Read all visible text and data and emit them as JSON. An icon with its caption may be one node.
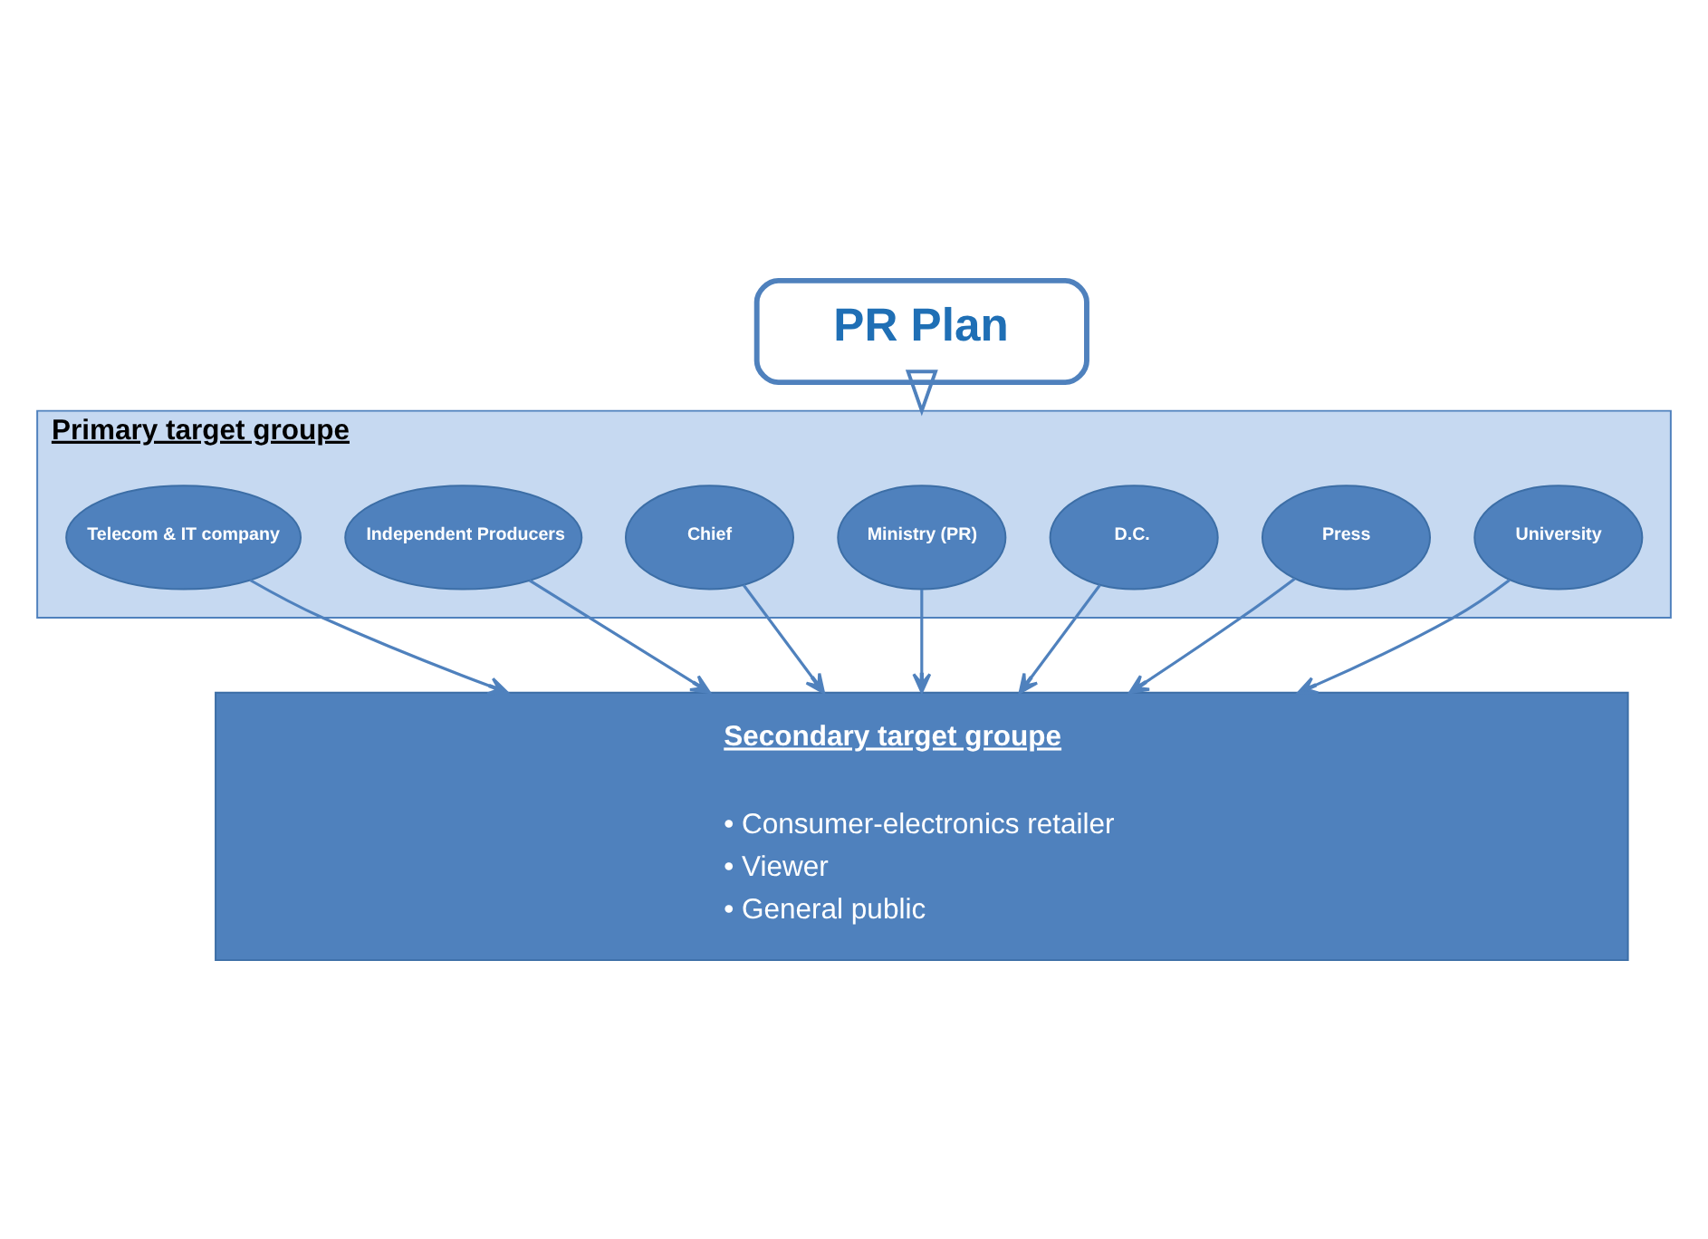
{
  "diagram": {
    "nodes": [
      {
        "text": [
          "PR Plan"
        ]
      },
      {
        "text": [
          "Primary target groupe"
        ]
      },
      {
        "text": [
          "Telecom & IT company"
        ],
        "in": 1
      },
      {
        "text": [
          "Independent Producers"
        ],
        "in": 1
      },
      {
        "text": [
          "Chief"
        ],
        "in": 1
      },
      {
        "text": [
          "Ministry (PR)"
        ],
        "in": 1
      },
      {
        "text": [
          "D.C."
        ],
        "in": 1
      },
      {
        "text": [
          "Press"
        ],
        "in": 1
      },
      {
        "text": [
          "University"
        ],
        "in": 1
      },
      {
        "text": [
          "Secondary target groupe",
          "• Consumer-electronics retailer",
          "• Viewer",
          "• General public"
        ]
      }
    ],
    "edges": [
      {
        "from": 0,
        "to": 1,
        "arrow": "to"
      },
      {
        "from": 2,
        "to": 9,
        "arrow": "to"
      },
      {
        "from": 3,
        "to": 9,
        "arrow": "to"
      },
      {
        "from": 4,
        "to": 9,
        "arrow": "to"
      },
      {
        "from": 5,
        "to": 9,
        "arrow": "to"
      },
      {
        "from": 6,
        "to": 9,
        "arrow": "to"
      },
      {
        "from": 7,
        "to": 9,
        "arrow": "to"
      },
      {
        "from": 8,
        "to": 9,
        "arrow": "to"
      }
    ]
  }
}
